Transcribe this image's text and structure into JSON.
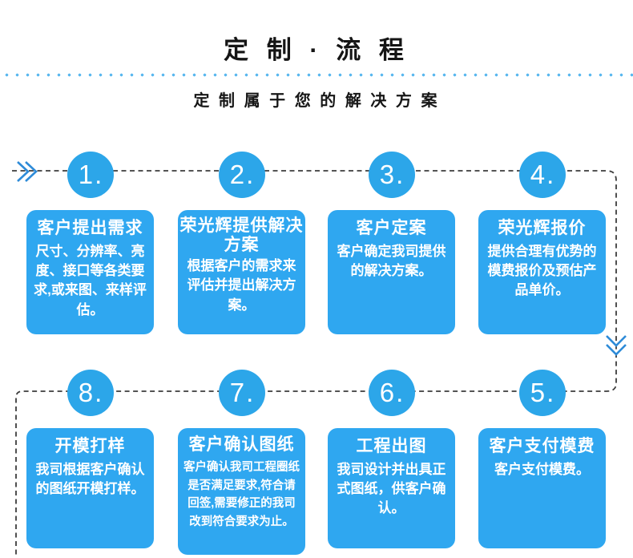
{
  "header": {
    "title": "定 制 · 流 程",
    "subtitle": "定 制 属 于 您 的 解 决 方 案"
  },
  "colors": {
    "card_blue": "#2FA7F0",
    "circle_blue": "#2CA6E9",
    "arrow_blue": "#2E8BD8",
    "dash_gray": "#3C3C3C",
    "dot_line_blue": "#5AB8EF"
  },
  "icons": {
    "start_arrow": "double-chevron-right-icon",
    "turn_arrow": "double-chevron-down-icon"
  },
  "steps": [
    {
      "num": "1.",
      "title": "客户提出需求",
      "body": "尺寸、分辨率、亮度、接口等各类要求,或来图、来样评估。"
    },
    {
      "num": "2.",
      "title": "荣光辉提供解决方案",
      "body": "根据客户的需求来评估并提出解决方案。"
    },
    {
      "num": "3.",
      "title": "客户定案",
      "body": "客户确定我司提供的解决方案。"
    },
    {
      "num": "4.",
      "title": "荣光辉报价",
      "body": "提供合理有优势的模费报价及预估产品单价。"
    },
    {
      "num": "8.",
      "title": "开模打样",
      "body": "我司根据客户确认的图纸开模打样。"
    },
    {
      "num": "7.",
      "title": "客户确认图纸",
      "body": "客户确认我司工程圈纸是否满足要求,符合请回签,需要修正的我司改到符合要求为止。"
    },
    {
      "num": "6.",
      "title": "工程出图",
      "body": "我司设计并出具正式图纸，供客户确认。"
    },
    {
      "num": "5.",
      "title": "客户支付模费",
      "body": "客户支付模费。"
    }
  ]
}
